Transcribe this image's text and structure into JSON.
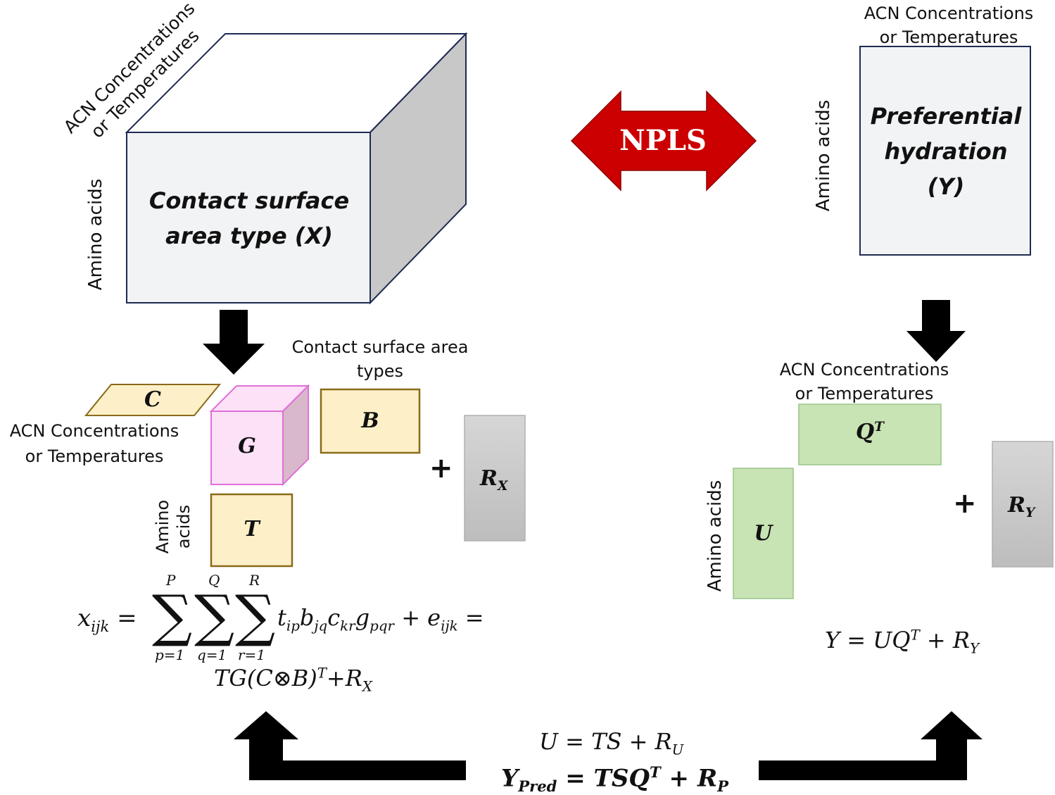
{
  "cube_x": {
    "title_line1": "Contact surface",
    "title_line2": "area type (X)",
    "side_label": "Amino acids",
    "top_label_line1": "ACN Concentrations",
    "top_label_line2": "or Temperatures"
  },
  "npls_label": "NPLS",
  "matrix_y": {
    "title_line1": "Preferential",
    "title_line2": "hydration",
    "title_line3": "(Y)",
    "top_label_line1": "ACN Concentrations",
    "top_label_line2": "or Temperatures",
    "side_label": "Amino acids"
  },
  "tucker": {
    "c_label": "C",
    "g_label": "G",
    "b_label": "B",
    "t_label": "T",
    "rx_label": "R",
    "rx_sub": "X",
    "plus": "+",
    "b_top_line1": "Contact surface area",
    "b_top_line2": "types",
    "c_side_line1": "ACN Concentrations",
    "c_side_line2": "or Temperatures",
    "t_side_line1": "Amino",
    "t_side_line2": "acids"
  },
  "y_decomp": {
    "q_label": "Q",
    "q_sup": "T",
    "u_label": "U",
    "ry_label": "R",
    "ry_sub": "Y",
    "plus": "+",
    "q_top_line1": "ACN Concentrations",
    "q_top_line2": "or Temperatures",
    "u_side_label": "Amino acids"
  },
  "equations": {
    "x_lhs": "x",
    "x_lhs_sub": "ijk",
    "eq": "=",
    "sum_p_top": "P",
    "sum_p_bottom": "p=1",
    "sum_q_top": "Q",
    "sum_q_bottom": "q=1",
    "sum_r_top": "R",
    "sum_r_bottom": "r=1",
    "terms": "t<sub>ip</sub>b<sub>jq</sub>c<sub>kr</sub>g<sub>pqr</sub> + e<sub>ijk</sub> =",
    "x_line2": "TG(C⊗B)<sup>T</sup>+R<sub>X</sub>",
    "y_eq": "Y = UQ<sup>T</sup> + R<sub>Y</sub>",
    "u_eq": "U = TS + R<sub>U</sub>",
    "ypred_eq": "Y<sub>Pred</sub> = TSQ<sup>T</sup> + R<sub>P</sub>"
  },
  "colors": {
    "cube_front": "#f2f3f5",
    "cube_top": "#ffffff",
    "cube_side": "#c8c8c8",
    "cube_stroke": "#1f2a52",
    "npls_arrow": "#cc0000",
    "yellow_fill": "#fdf0c8",
    "yellow_stroke": "#8a6a1a",
    "pink_fill": "#fde1f7",
    "pink_side": "#d9b8cc",
    "pink_stroke": "#e070d8",
    "green_fill": "#c8e3b4",
    "green_stroke": "#9cc58a",
    "gray_box": "#c8c8c8"
  }
}
